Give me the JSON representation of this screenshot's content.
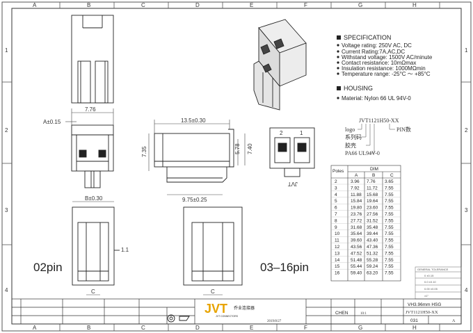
{
  "zones": {
    "cols": [
      "A",
      "B",
      "C",
      "D",
      "E",
      "F",
      "G",
      "H"
    ],
    "rows": [
      "1",
      "2",
      "3",
      "4"
    ]
  },
  "spec": {
    "title": "SPECIFICATION",
    "lines": [
      "Voltage rating: 250V AC, DC",
      "Current Rating:7A,AC,DC",
      "Withstand voltage: 1500V AC/minute",
      "Contact resistance: 10mΩmax",
      "Insulation resistance: 1000MΩmin",
      "Temperature range: -25°C ～ +85°C"
    ]
  },
  "housing": {
    "title": "HOUSING",
    "material": "Material: Nylon 66 UL 94V-0"
  },
  "part_code": {
    "code": "JVT1121H50-XX",
    "logo": "logo",
    "series": "系列码",
    "shell": "胶壳",
    "pa66": "PA66 UL94V-0",
    "pin": "PIN数"
  },
  "dims": {
    "top_width": "7.76",
    "a_dim": "A±0.15",
    "side_width": "13.5±0.30",
    "h1": "7.35",
    "h2": "5.78",
    "h3": "7.40",
    "bottom_width": "9.75±0.25",
    "b_dim": "B±0.30",
    "small": "1.1",
    "c_left": "C",
    "c_right": "C"
  },
  "pin_labels": {
    "left": "02pin",
    "right": "03–16pin"
  },
  "face_label": {
    "n2": "2",
    "n1": "1",
    "jvt": "JVT"
  },
  "table": {
    "header_poles": "Poles",
    "header_dim": "DIM",
    "cols": [
      "A",
      "B",
      "C"
    ],
    "rows": [
      [
        "2",
        "3.96",
        "7.76",
        "3.65"
      ],
      [
        "3",
        "7.92",
        "11.72",
        "7.55"
      ],
      [
        "4",
        "11.88",
        "15.68",
        "7.55"
      ],
      [
        "5",
        "15.84",
        "19.64",
        "7.55"
      ],
      [
        "6",
        "19.80",
        "23.60",
        "7.55"
      ],
      [
        "7",
        "23.76",
        "27.56",
        "7.55"
      ],
      [
        "8",
        "27.72",
        "31.52",
        "7.55"
      ],
      [
        "9",
        "31.68",
        "35.48",
        "7.55"
      ],
      [
        "10",
        "35.64",
        "39.44",
        "7.55"
      ],
      [
        "11",
        "39.60",
        "43.40",
        "7.55"
      ],
      [
        "12",
        "43.56",
        "47.36",
        "7.55"
      ],
      [
        "13",
        "47.52",
        "51.32",
        "7.55"
      ],
      [
        "14",
        "51.48",
        "55.28",
        "7.55"
      ],
      [
        "15",
        "55.44",
        "59.24",
        "7.55"
      ],
      [
        "16",
        "59.40",
        "63.20",
        "7.55"
      ]
    ]
  },
  "tolerance": {
    "title": "GENERAL TOLERANCE",
    "lines": [
      "0  ±0.15",
      "0.0  ±0.10",
      "0.00  ±0.05",
      "  ±1°"
    ]
  },
  "title_block": {
    "logo": "JVT",
    "logo_cn": "乔业连接器",
    "logo_en": "JVT CONNECTORS",
    "part": "VH3.96mm   HSG",
    "code": "JVT1121H50-XX",
    "drawer": "CHEN",
    "scale": "10:1",
    "date": "2019/8/27",
    "sheet": "031",
    "rev": "A"
  }
}
